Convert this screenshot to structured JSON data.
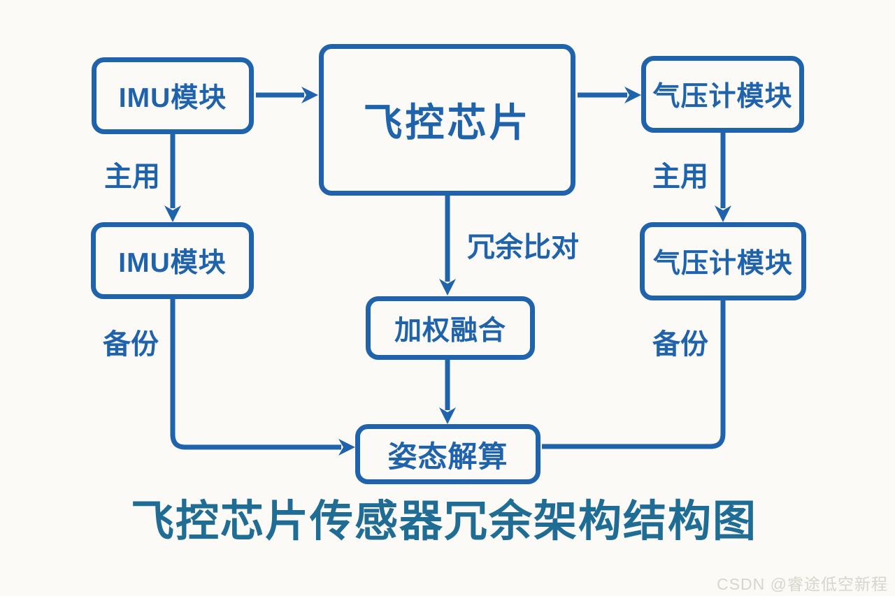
{
  "colors": {
    "diagram_blue": "#2063ad",
    "title_teal": "#1f6c94",
    "background": "#fbfaf6",
    "watermark_gray": "#d8d5cc"
  },
  "nodes": {
    "imu_primary": {
      "label": "IMU模块"
    },
    "flight_control_chip": {
      "label": "飞控芯片"
    },
    "baro_primary": {
      "label": "气压计模块"
    },
    "imu_backup": {
      "label": "IMU模块"
    },
    "weighted_fusion": {
      "label": "加权融合"
    },
    "baro_backup": {
      "label": "气压计模块"
    },
    "attitude_solver": {
      "label": "姿态解算"
    }
  },
  "edge_labels": {
    "imu_primary_use": "主用",
    "baro_primary_use": "主用",
    "redundancy_compare": "冗余比对",
    "imu_backup": "备份",
    "baro_backup": "备份"
  },
  "title": "飞控芯片传感器冗余架构结构图",
  "watermark": "CSDN @睿途低空新程"
}
